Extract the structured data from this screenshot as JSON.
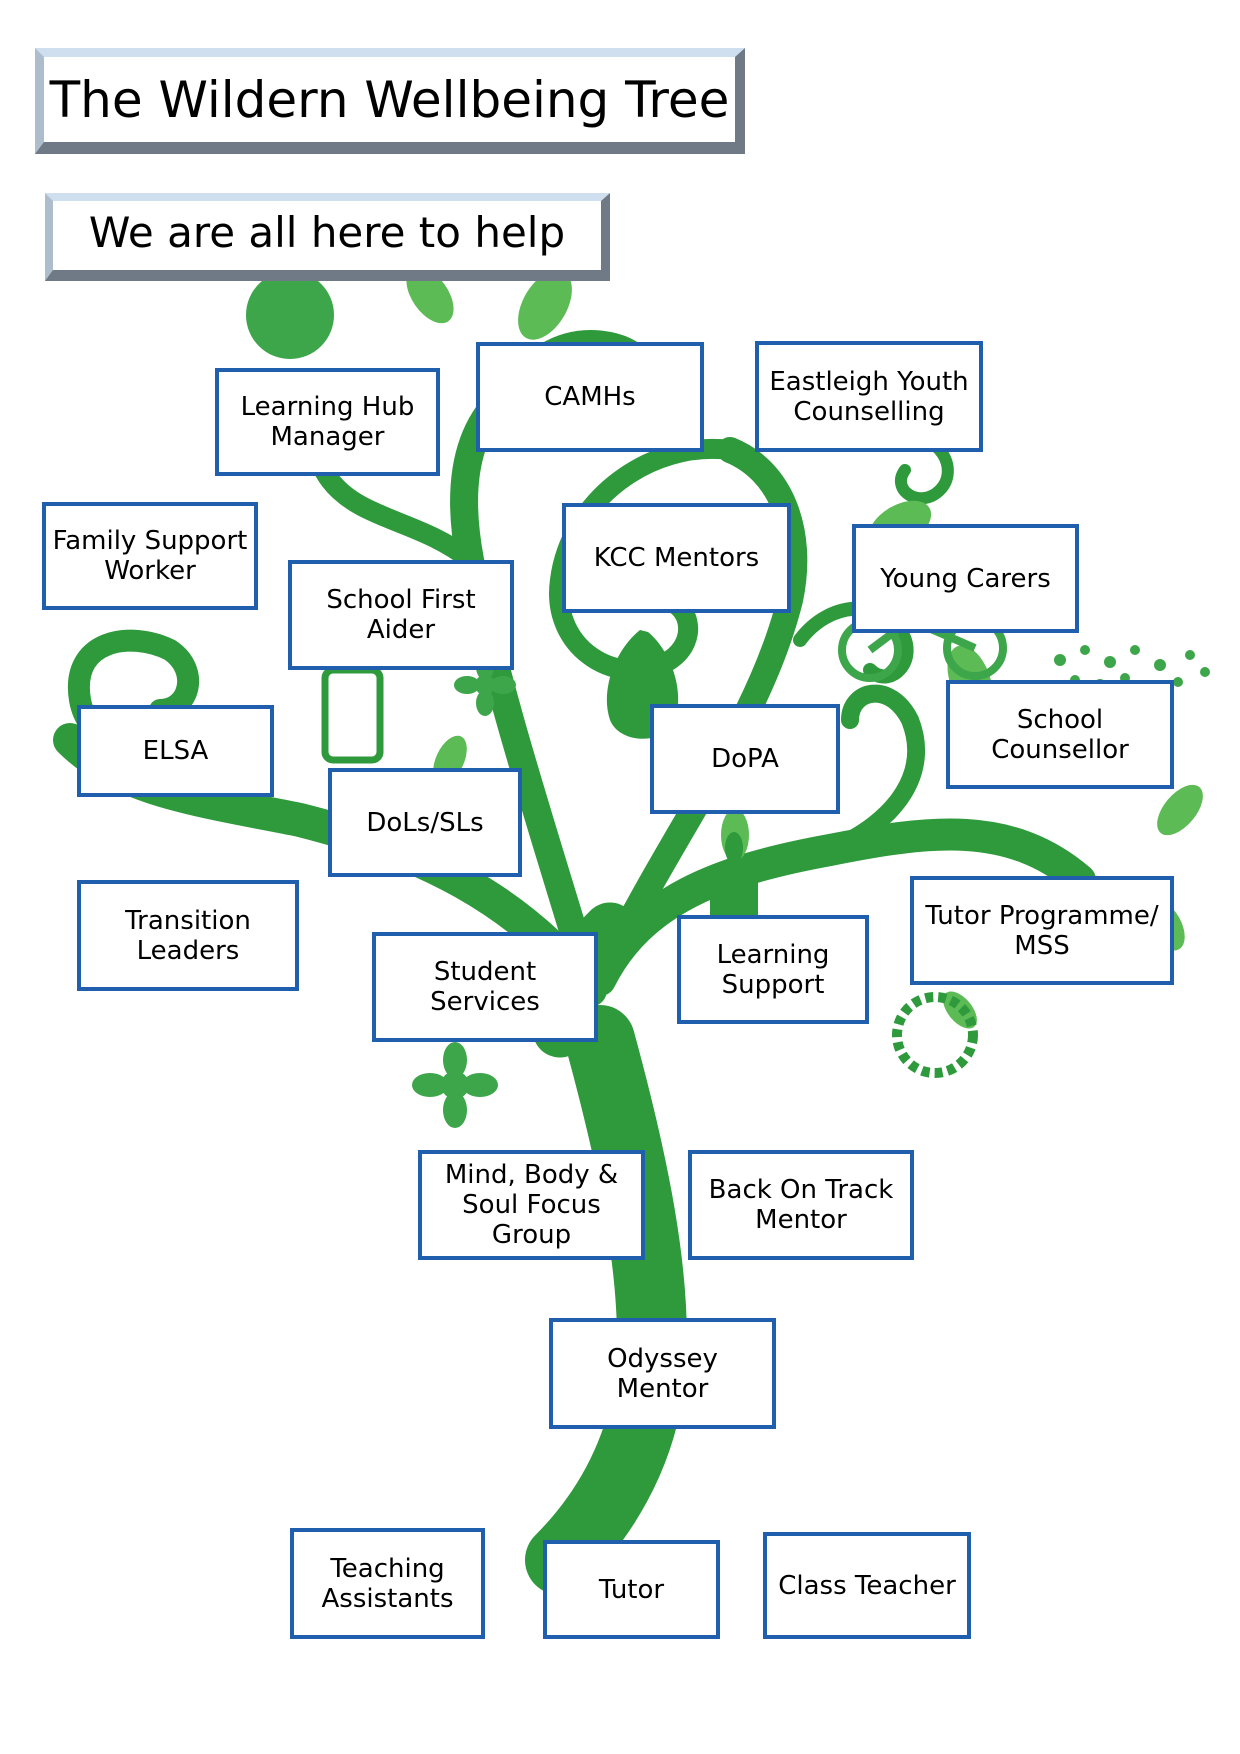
{
  "title": "The Wildern Wellbeing Tree",
  "subtitle": "We are all here to help",
  "colors": {
    "tree": "#2e9a3c",
    "leaf_light": "#5cbb55",
    "box_border": "#1f5fae"
  },
  "boxes": {
    "learning_hub_manager": "Learning Hub\nManager",
    "camhs": "CAMHs",
    "eastleigh_youth_counselling": "Eastleigh Youth\nCounselling",
    "family_support_worker": "Family Support\nWorker",
    "school_first_aider": "School First\nAider",
    "kcc_mentors": "KCC Mentors",
    "young_carers": "Young Carers",
    "elsa": "ELSA",
    "dopa": "DoPA",
    "school_counsellor": "School\nCounsellor",
    "dols_sls": "DoLs/SLs",
    "transition_leaders": "Transition\nLeaders",
    "student_services": "Student Services",
    "learning_support": "Learning\nSupport",
    "tutor_programme_mss": "Tutor Programme/\nMSS",
    "mind_body_soul": "Mind, Body &\nSoul Focus\nGroup",
    "back_on_track_mentor": "Back On Track\nMentor",
    "odyssey_mentor": "Odyssey Mentor",
    "teaching_assistants": "Teaching\nAssistants",
    "tutor": "Tutor",
    "class_teacher": "Class Teacher"
  }
}
